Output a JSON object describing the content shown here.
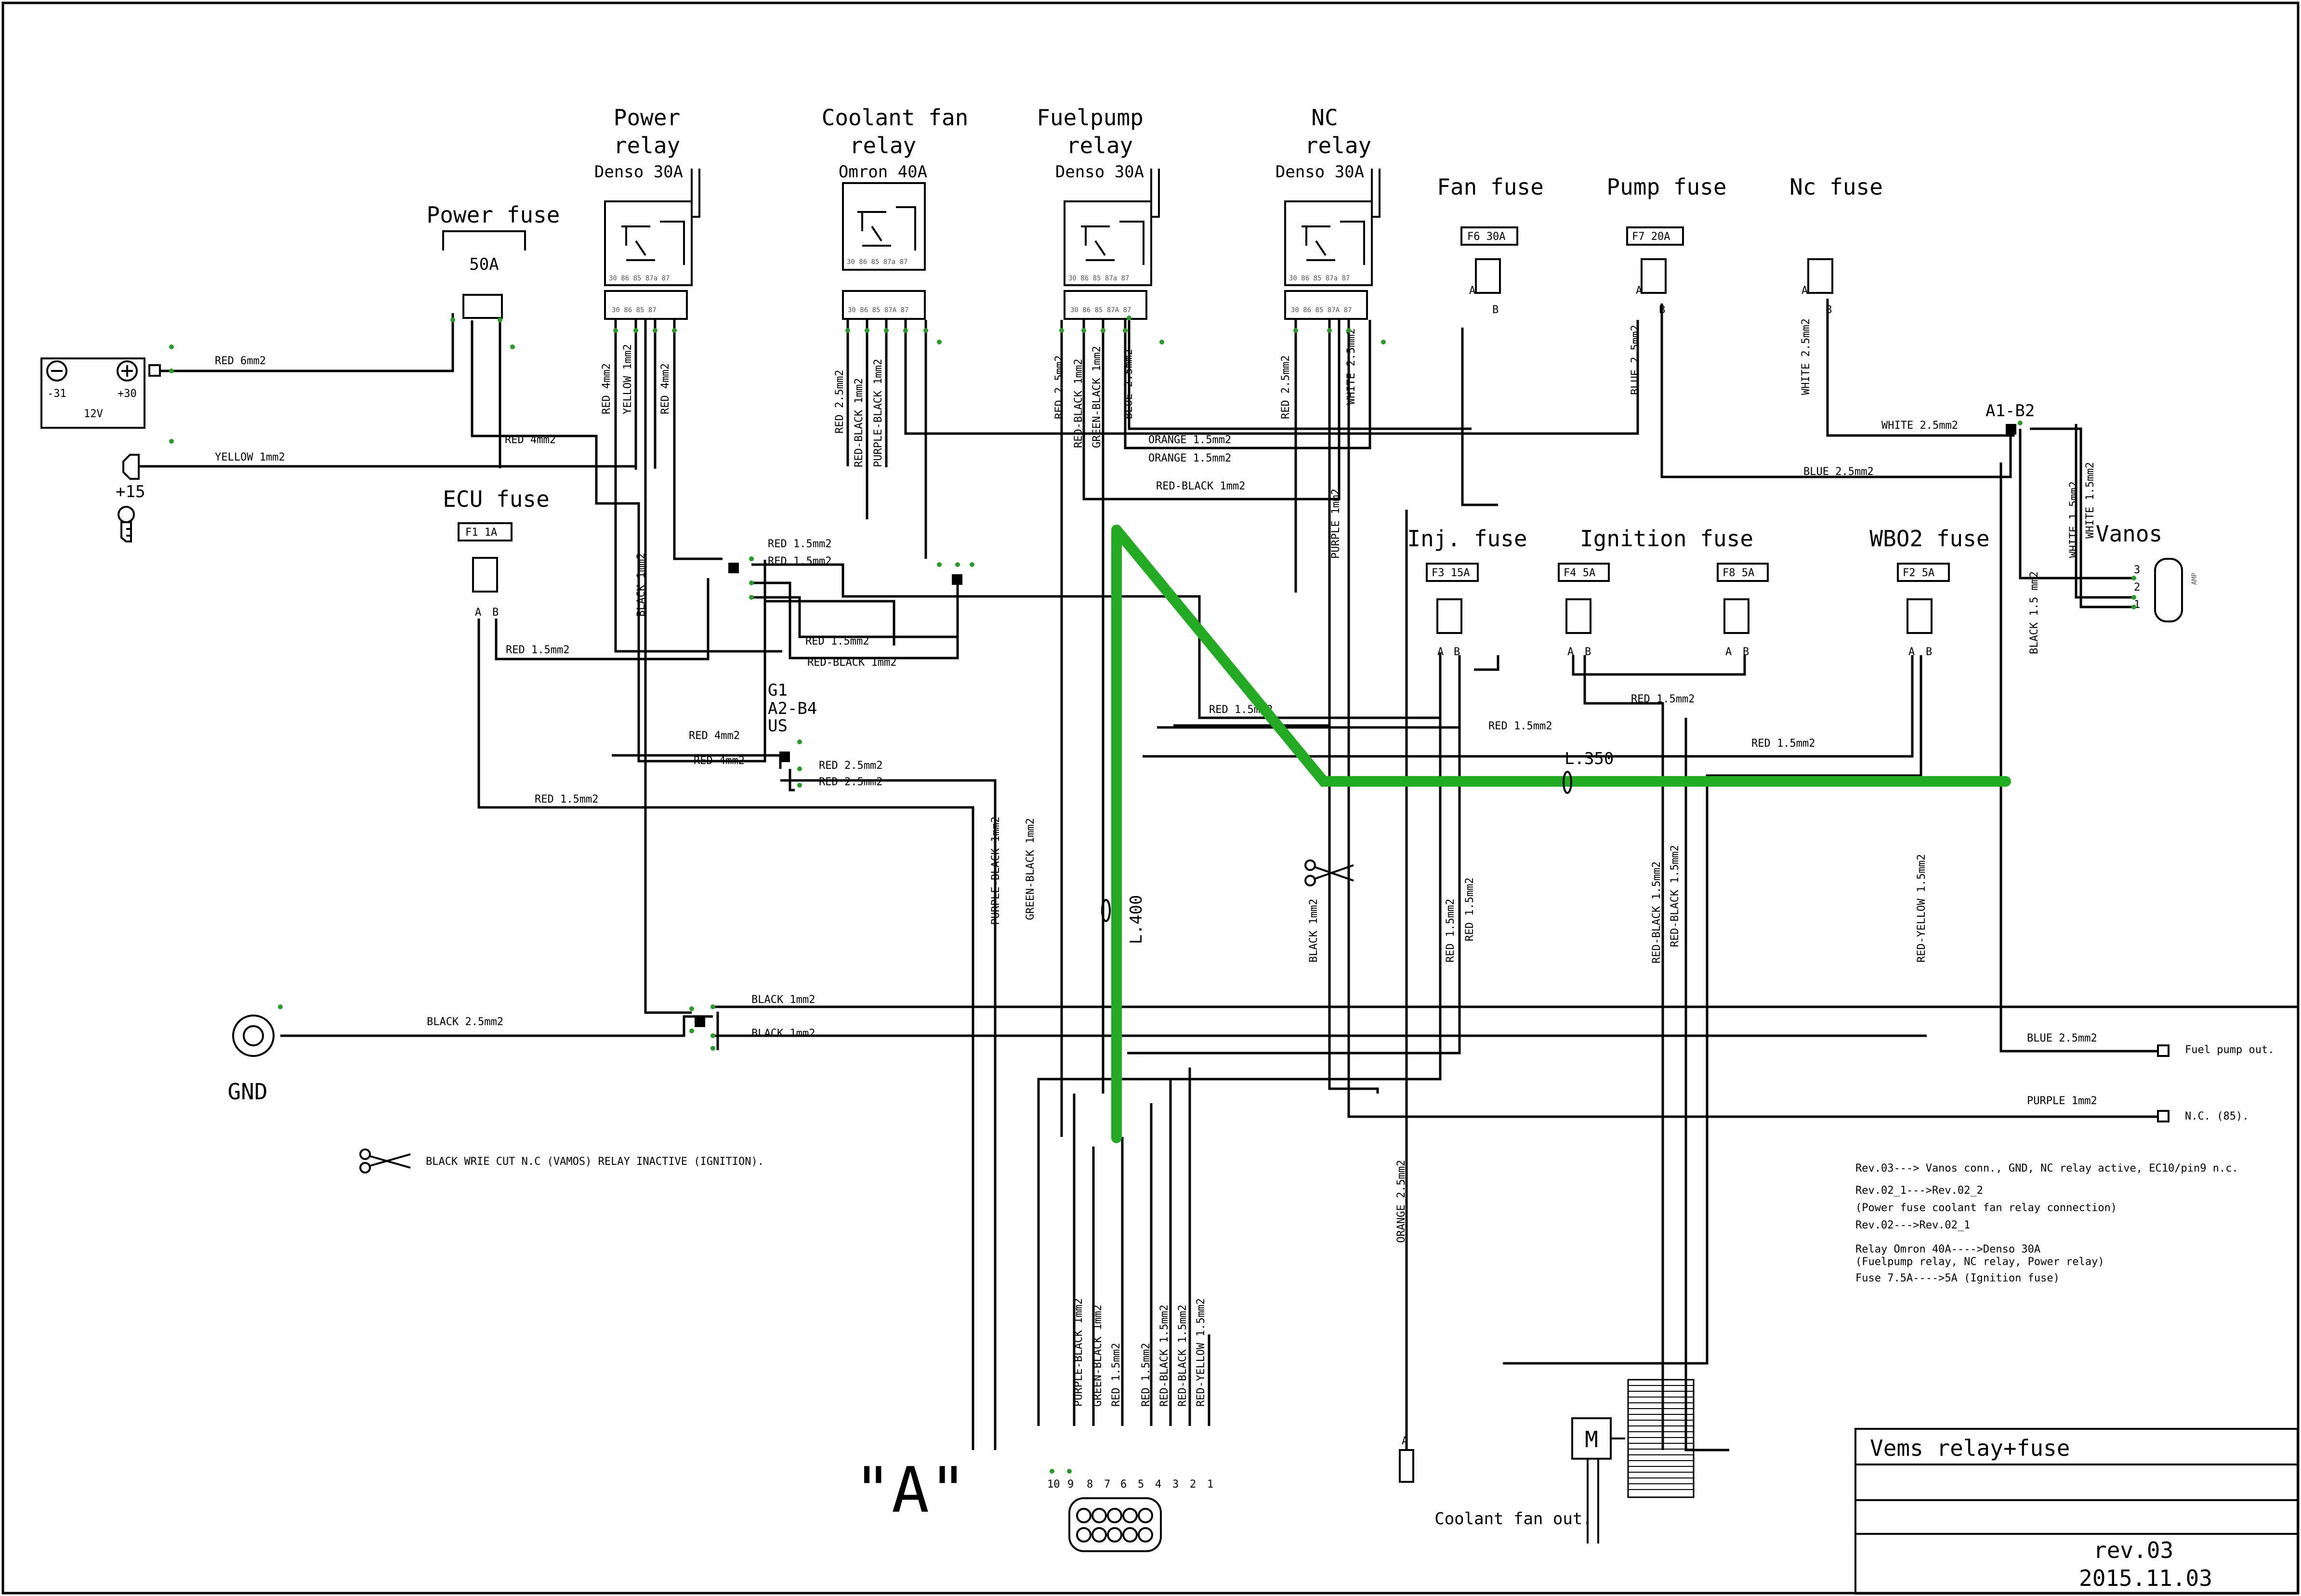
{
  "colors": {
    "accent_green": "#22aa22",
    "wire": "#000000",
    "pin_dot": "#2a9a2a"
  },
  "components": {
    "power_relay": {
      "title_1": "Power",
      "title_2": "relay",
      "type": "Denso 30A"
    },
    "coolant_relay": {
      "title_1": "Coolant fan",
      "title_2": "relay",
      "type": "Omron 40A"
    },
    "fuelpump_relay": {
      "title_1": "Fuelpump",
      "title_2": "relay",
      "type": "Denso 30A"
    },
    "nc_relay": {
      "title_1": "NC",
      "title_2": "relay",
      "type": "Denso 30A"
    },
    "relay_pins_top": "30 86  85  87a 87",
    "relay_pins_bottom": "30  86 85  87",
    "relay_pins_bottom_a": "30  86 85  87A 87",
    "power_fuse": {
      "title": "Power fuse",
      "rating": "50A"
    },
    "ecu_fuse": {
      "title": "ECU fuse",
      "tag": "F1  1A"
    },
    "fan_fuse": {
      "title": "Fan fuse",
      "tag": "F6  30A"
    },
    "pump_fuse": {
      "title": "Pump fuse",
      "tag": "F7  20A"
    },
    "nc_fuse": {
      "title": "Nc fuse"
    },
    "inj_fuse": {
      "title": "Inj. fuse",
      "tag": "F3  15A"
    },
    "ignition_fuse": {
      "title": "Ignition fuse",
      "tag_a": "F4  5A",
      "tag_b": "F8  5A"
    },
    "wbo2_fuse": {
      "title": "WBO2 fuse",
      "tag": "F2  5A"
    },
    "fuse_pin_a": "A",
    "fuse_pin_b": "B",
    "battery": {
      "neg": "-31",
      "pos": "+30",
      "voltage": "12V"
    },
    "ignition_key": {
      "label": "+15"
    },
    "gnd": {
      "label": "GND"
    },
    "vanos": {
      "title": "Vanos",
      "brand": "AMP",
      "pins": [
        "3",
        "2",
        "1"
      ]
    },
    "splice_g1": {
      "line_1": "G1",
      "line_2": "A2-B4",
      "line_3": "US"
    },
    "splice_a1": {
      "label": "A1-B2"
    },
    "connector_a": {
      "label": "\"A\"",
      "pins": [
        "10",
        "9",
        "8",
        "7",
        "6",
        "5",
        "4",
        "3",
        "2",
        "1"
      ]
    },
    "coolant_out": {
      "label": "Coolant fan out."
    },
    "motor": {
      "label": "M"
    },
    "fuel_pump_out": {
      "label": "Fuel pump out."
    },
    "nc_out": {
      "label": "N.C.  (85)."
    }
  },
  "wires": {
    "red_6mm": "RED 6mm2",
    "yellow_1mm": "YELLOW 1mm2",
    "red_4mm": "RED 4mm2",
    "red_15mm": "RED 1.5mm2",
    "red_25mm": "RED 2.5mm2",
    "black_1mm": "BLACK 1mm2",
    "black_25mm": "BLACK 2.5mm2",
    "red_black_1mm": "RED-BLACK 1mm2",
    "purple_black_1mm": "PURPLE-BLACK 1mm2",
    "green_black_1mm": "GREEN-BLACK 1mm2",
    "blue_25mm": "BLUE 2.5mm2",
    "orange_15mm": "ORANGE 1.5mm2",
    "orange_25mm": "ORANGE 2.5mm2",
    "white_25mm": "WHITE 2.5mm2",
    "white_15mm": "WHITE 1.5mm2",
    "black_15": "BLACK 1.5 mm2",
    "purple_1mm": "PURPLE 1mm2",
    "red_black_15mm": "RED-BLACK 1.5mm2",
    "red_yellow_15mm": "RED-YELLOW 1.5mm2",
    "red_15mm_b": "RED 1.5mm2",
    "yellow_1mm_v": "YELLOW 1mm2"
  },
  "lengths": {
    "l400": "L.400",
    "l350": "L.350"
  },
  "note_cut": "BLACK WRIE CUT N.C (VAMOS) RELAY INACTIVE (IGNITION).",
  "revisions": [
    "Rev.03---> Vanos conn., GND, NC relay active, EC10/pin9 n.c.",
    "Rev.02_1--->Rev.02_2",
    "(Power fuse coolant fan relay connection)",
    "Rev.02--->Rev.02_1",
    "Relay Omron 40A---->Denso 30A",
    "(Fuelpump relay, NC relay, Power relay)",
    "Fuse 7.5A---->5A (Ignition fuse)"
  ],
  "title_block": {
    "title": "Vems relay+fuse",
    "rev": "rev.03",
    "date": "2015.11.03"
  }
}
